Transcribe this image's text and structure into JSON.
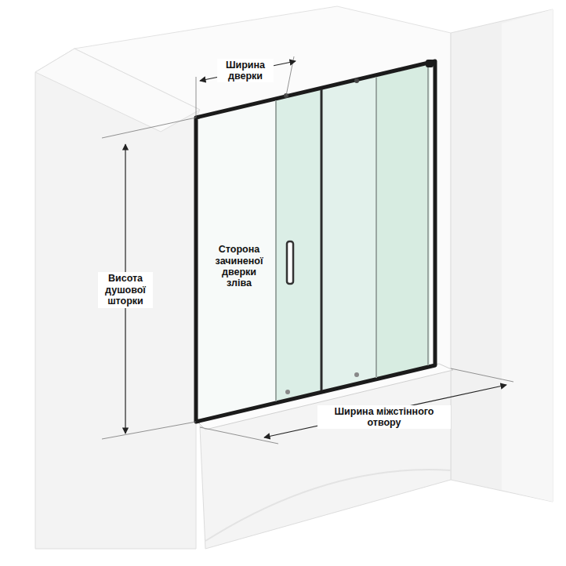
{
  "diagram": {
    "labels": [
      "Ширина дверки",
      "Висота душової шторки",
      "Сторона зачиненої дверки зліва",
      "Ширина міжстінного отвору"
    ]
  }
}
